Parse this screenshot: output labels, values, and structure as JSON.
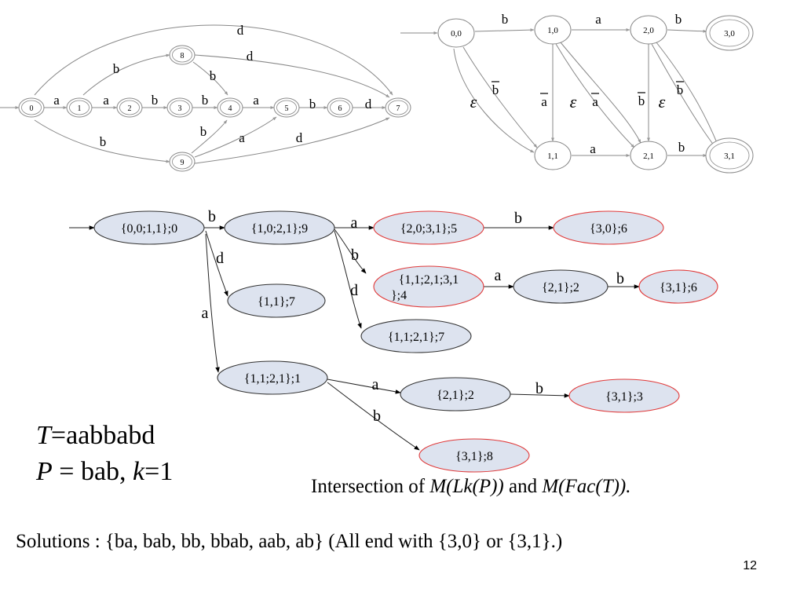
{
  "nfa_text": {
    "states": [
      "0",
      "1",
      "2",
      "3",
      "4",
      "5",
      "6",
      "7",
      "8",
      "9"
    ],
    "edges": [
      {
        "from": "in",
        "to": "0",
        "label": ""
      },
      {
        "from": "0",
        "to": "1",
        "label": "a"
      },
      {
        "from": "1",
        "to": "2",
        "label": "a"
      },
      {
        "from": "2",
        "to": "3",
        "label": "b"
      },
      {
        "from": "3",
        "to": "4",
        "label": "b"
      },
      {
        "from": "4",
        "to": "5",
        "label": "a"
      },
      {
        "from": "5",
        "to": "6",
        "label": "b"
      },
      {
        "from": "6",
        "to": "7",
        "label": "d"
      },
      {
        "from": "0",
        "to": "7",
        "label": "d"
      },
      {
        "from": "1",
        "to": "8",
        "label": "b"
      },
      {
        "from": "8",
        "to": "4",
        "label": "b"
      },
      {
        "from": "8",
        "to": "7",
        "label": "d"
      },
      {
        "from": "0",
        "to": "9",
        "label": "b"
      },
      {
        "from": "9",
        "to": "4",
        "label": "b"
      },
      {
        "from": "9",
        "to": "5",
        "label": "a"
      },
      {
        "from": "9",
        "to": "7",
        "label": "d"
      }
    ]
  },
  "nfa_pattern": {
    "states": [
      "0,0",
      "1,0",
      "2,0",
      "3,0",
      "1,1",
      "2,1",
      "3,1"
    ],
    "edges": [
      {
        "from": "in",
        "to": "0,0",
        "label": "",
        "bar": false
      },
      {
        "from": "0,0",
        "to": "1,0",
        "label": "b",
        "bar": false
      },
      {
        "from": "1,0",
        "to": "2,0",
        "label": "a",
        "bar": false
      },
      {
        "from": "2,0",
        "to": "3,0",
        "label": "b",
        "bar": false
      },
      {
        "from": "1,1",
        "to": "2,1",
        "label": "a",
        "bar": false
      },
      {
        "from": "2,1",
        "to": "3,1",
        "label": "b",
        "bar": false
      },
      {
        "from": "0,0",
        "to": "1,1",
        "label": "ε",
        "bar": false
      },
      {
        "from": "0,0",
        "to": "1,1",
        "label": "b",
        "bar": true
      },
      {
        "from": "1,0",
        "to": "1,1",
        "label": "a",
        "bar": true
      },
      {
        "from": "1,0",
        "to": "2,1",
        "label": "ε",
        "bar": false
      },
      {
        "from": "1,0",
        "to": "2,1",
        "label": "a",
        "bar": true
      },
      {
        "from": "2,0",
        "to": "2,1",
        "label": "b",
        "bar": true
      },
      {
        "from": "2,0",
        "to": "3,1",
        "label": "ε",
        "bar": false
      },
      {
        "from": "2,0",
        "to": "3,1",
        "label": "b",
        "bar": true
      }
    ]
  },
  "product": {
    "states": [
      {
        "id": "s0",
        "label": "{0,0;1,1};0",
        "final": false
      },
      {
        "id": "s1",
        "label": "{1,0;2,1};9",
        "final": false
      },
      {
        "id": "s2",
        "label": "{2,0;3,1};5",
        "final": true
      },
      {
        "id": "s3",
        "label": "{3,0};6",
        "final": true
      },
      {
        "id": "s4",
        "label": "{1,1;2,1;3,1};4",
        "label_lines": [
          "{1,1;2,1;3,1",
          "};4"
        ],
        "final": true
      },
      {
        "id": "s5",
        "label": "{2,1};2",
        "final": false
      },
      {
        "id": "s6",
        "label": "{3,1};6",
        "final": true
      },
      {
        "id": "s7",
        "label": "{1,1};7",
        "final": false
      },
      {
        "id": "s8",
        "label": "{1,1;2,1};7",
        "final": false
      },
      {
        "id": "s9",
        "label": "{1,1;2,1};1",
        "final": false
      },
      {
        "id": "s10",
        "label": "{2,1};2",
        "final": false
      },
      {
        "id": "s11",
        "label": "{3,1};3",
        "final": true
      },
      {
        "id": "s12",
        "label": "{3,1};8",
        "final": true
      }
    ],
    "edges": [
      {
        "from": "in",
        "to": "s0",
        "label": ""
      },
      {
        "from": "s0",
        "to": "s1",
        "label": "b"
      },
      {
        "from": "s1",
        "to": "s2",
        "label": "a"
      },
      {
        "from": "s2",
        "to": "s3",
        "label": "b"
      },
      {
        "from": "s1",
        "to": "s4",
        "label": "b"
      },
      {
        "from": "s4",
        "to": "s5",
        "label": "a"
      },
      {
        "from": "s5",
        "to": "s6",
        "label": "b"
      },
      {
        "from": "s1",
        "to": "s8",
        "label": "d"
      },
      {
        "from": "s0",
        "to": "s7",
        "label": "d"
      },
      {
        "from": "s0",
        "to": "s9",
        "label": "a"
      },
      {
        "from": "s9",
        "to": "s10",
        "label": "a"
      },
      {
        "from": "s10",
        "to": "s11",
        "label": "b"
      },
      {
        "from": "s9",
        "to": "s12",
        "label": "b"
      }
    ],
    "colors": {
      "fill": "#dde3ef",
      "final_stroke": "#e03a3a",
      "stroke": "#333333"
    }
  },
  "text_params": {
    "T_var": "T",
    "T_value": "=aabbabd",
    "P_var": "P",
    "P_value": " = bab, ",
    "k_var": "k",
    "k_value": "=1"
  },
  "caption": {
    "prefix": "Intersection of ",
    "m1": "M(Lk(P))",
    "mid": " and ",
    "m2_start": "M(Fac(",
    "m2_T": "T",
    "m2_end": "))."
  },
  "solutions": "Solutions : {ba, bab, bb, bbab, aab, ab} (All end with {3,0} or {3,1}.)",
  "page_number": "12"
}
